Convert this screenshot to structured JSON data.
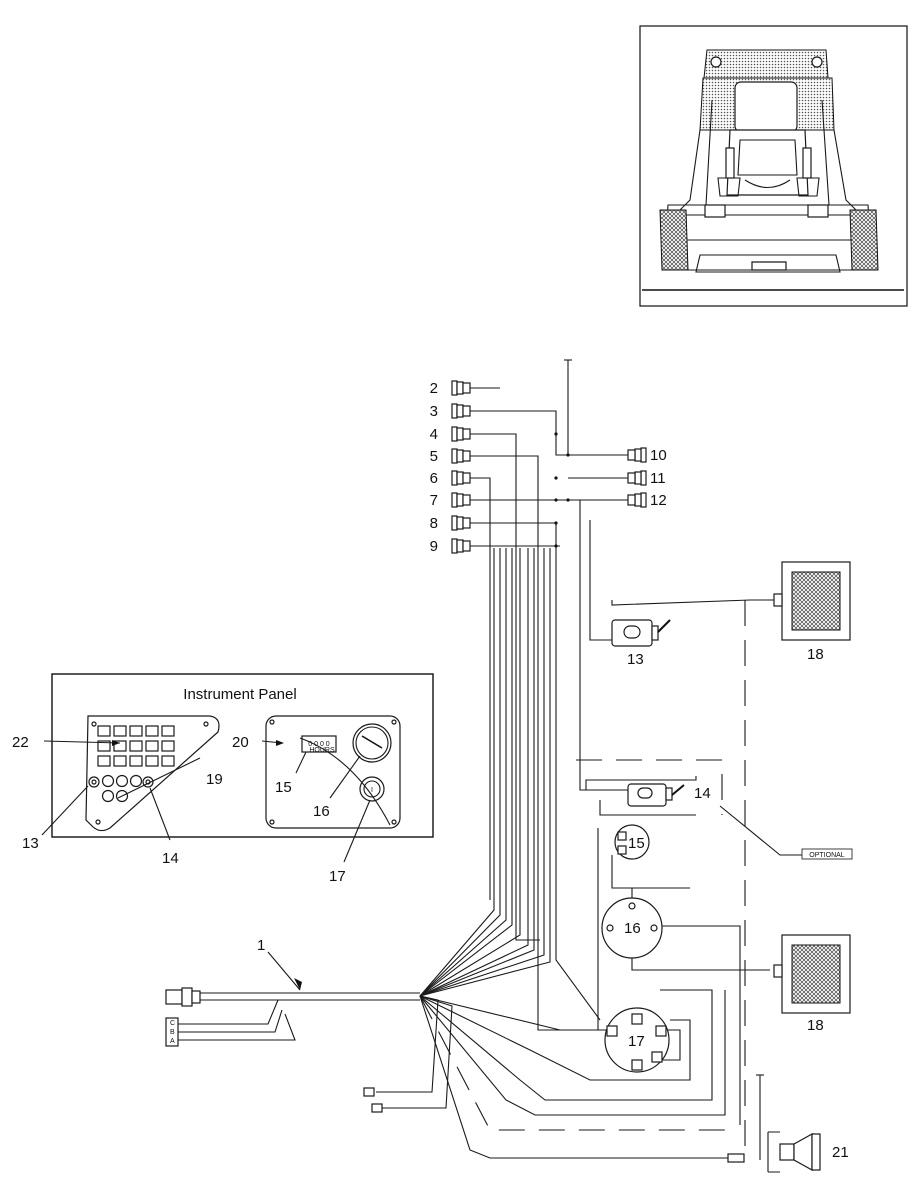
{
  "panel_title": "Instrument Panel",
  "optional_label": "OPTIONAL",
  "connector_labels": [
    "2",
    "3",
    "4",
    "5",
    "6",
    "7",
    "8",
    "9"
  ],
  "right_connector_labels": [
    "10",
    "11",
    "12"
  ],
  "callouts": {
    "harness": "1",
    "switch_upper": "13",
    "switch_lower": "14",
    "hourmeter": "15",
    "gauge": "16",
    "key_switch": "17",
    "light_upper": "18",
    "light_lower": "18",
    "panel_left": "19",
    "panel_right": "20",
    "horn": "21",
    "indicator_cluster": "22"
  },
  "inset_callouts": {
    "p22": "22",
    "p19": "19",
    "p13": "13",
    "p14": "14",
    "p20": "20",
    "p15": "15",
    "p16": "16",
    "p17": "17"
  },
  "small_text": {
    "hourmeter_face": "0 0 0 0",
    "hourmeter_sub": "HOURS",
    "plug_pins": [
      "C",
      "B",
      "A"
    ],
    "key_symbol": "I"
  },
  "colors": {
    "line": "#1a1a1a",
    "fill": "#ffffff",
    "mesh": "#555555"
  }
}
